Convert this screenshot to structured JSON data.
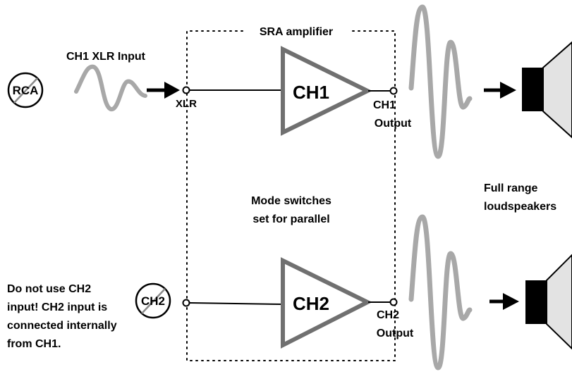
{
  "amplifier": {
    "title": "SRA amplifier",
    "mode_note": [
      "Mode switches",
      "set for parallel"
    ]
  },
  "channel1": {
    "input_label": "CH1 XLR Input",
    "connector_label": "XLR",
    "no_rca_badge": "RCA",
    "amp_label": "CH1",
    "output_label": [
      "CH1",
      "Output"
    ]
  },
  "channel2": {
    "no_input_badge": "CH2",
    "warning": [
      "Do not use CH2",
      "input! CH2 input is",
      "connected internally",
      "from CH1."
    ],
    "amp_label": "CH2",
    "output_label": [
      "CH2",
      "Output"
    ]
  },
  "speakers": {
    "label": [
      "Full range",
      "loudspeakers"
    ]
  },
  "icons": {
    "prohibited": "prohibited-icon",
    "arrow": "arrow-right-icon",
    "speaker": "speaker-icon",
    "waveform": "waveform-icon"
  },
  "colors": {
    "stroke_dark": "#000000",
    "amp_gray": "#707070",
    "wave_gray": "#a8a8a8",
    "cone_gray": "#e3e3e3",
    "badge_line": "#7a7a7a"
  }
}
